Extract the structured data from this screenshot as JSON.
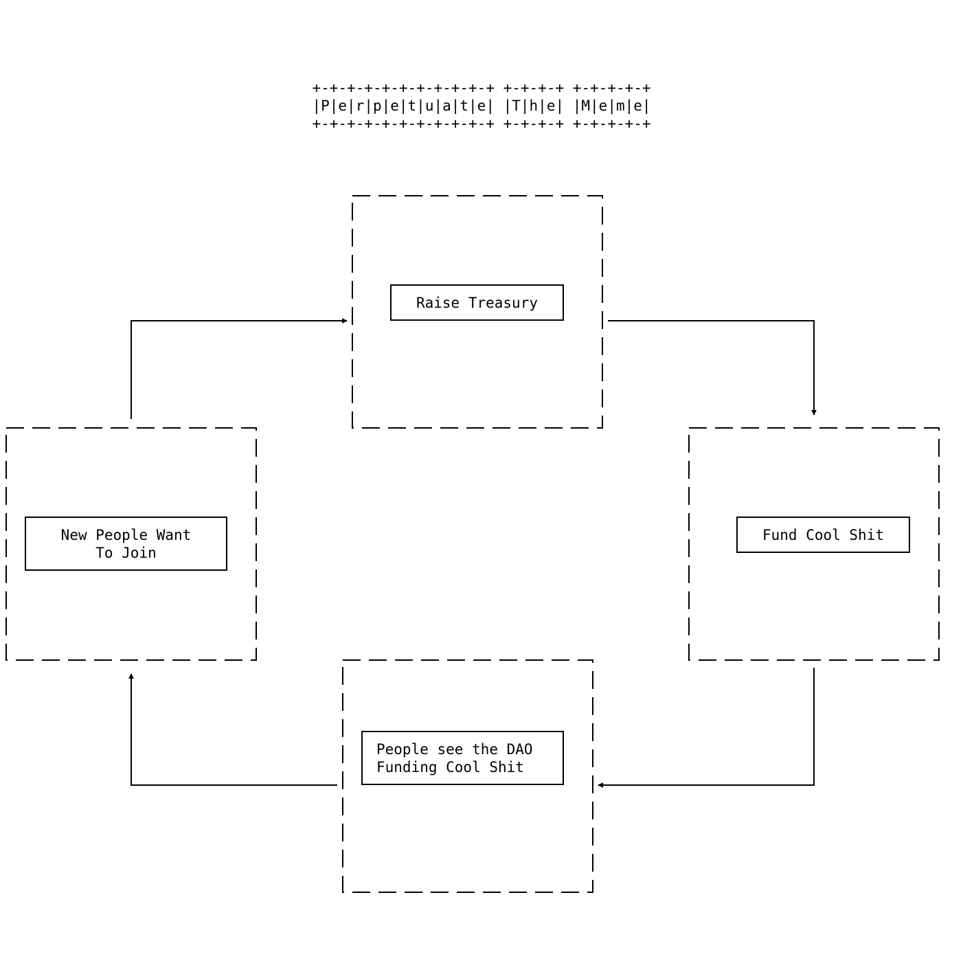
{
  "title": {
    "border_top": "+-+-+-+-+-+-+-+-+-+-+ +-+-+-+ +-+-+-+-+",
    "text": "|P|e|r|p|e|t|u|a|t|e| |T|h|e| |M|e|m|e|",
    "border_bottom": "+-+-+-+-+-+-+-+-+-+-+ +-+-+-+ +-+-+-+-+"
  },
  "nodes": {
    "raise_treasury": "Raise Treasury",
    "fund_cool_shit": "Fund Cool Shit",
    "people_see_dao": "People see the DAO\nFunding Cool Shit",
    "new_people_join": "New People Want\nTo Join"
  },
  "edges": [
    {
      "from": "New People Want To Join",
      "to": "Raise Treasury"
    },
    {
      "from": "Raise Treasury",
      "to": "Fund Cool Shit"
    },
    {
      "from": "Fund Cool Shit",
      "to": "People see the DAO Funding Cool Shit"
    },
    {
      "from": "People see the DAO Funding Cool Shit",
      "to": "New People Want To Join"
    }
  ]
}
